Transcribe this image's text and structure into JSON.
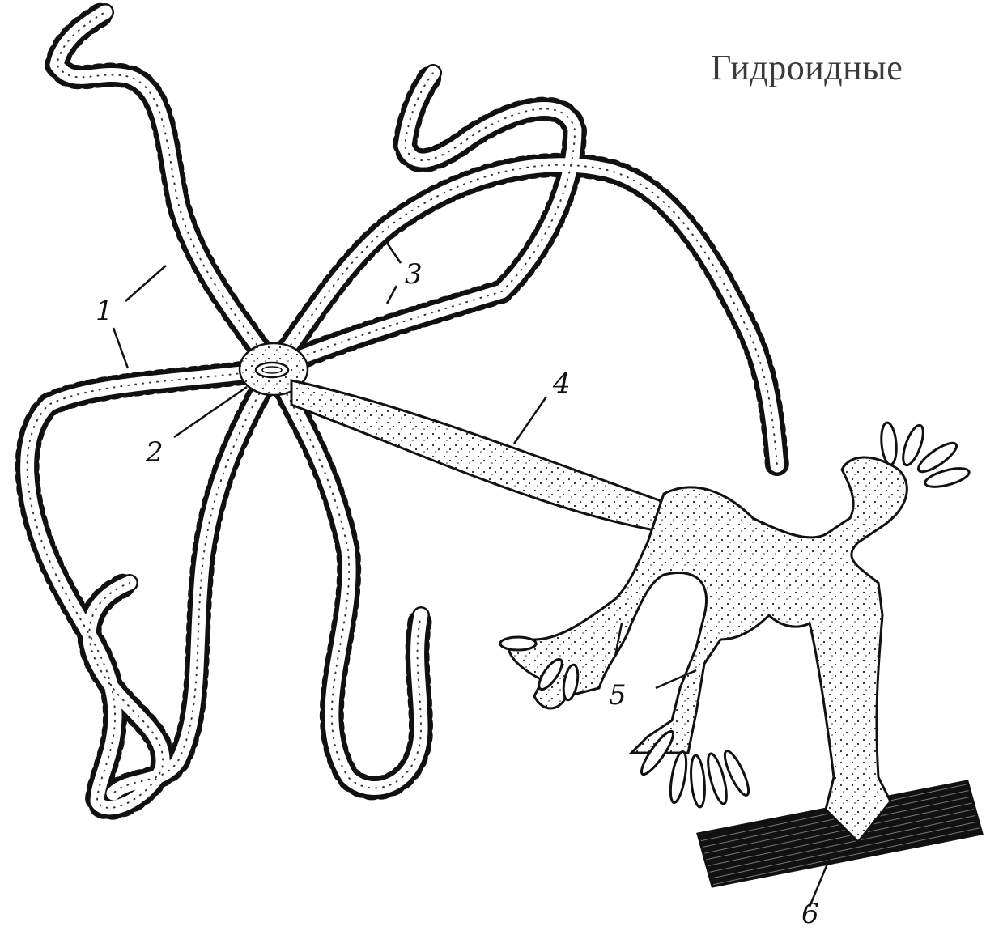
{
  "title": "Гидроидные",
  "labels": {
    "l1": "1",
    "l2": "2",
    "l3": "3",
    "l4": "4",
    "l5": "5",
    "l6": "6"
  },
  "colors": {
    "ink": "#111111",
    "paper": "#ffffff"
  }
}
